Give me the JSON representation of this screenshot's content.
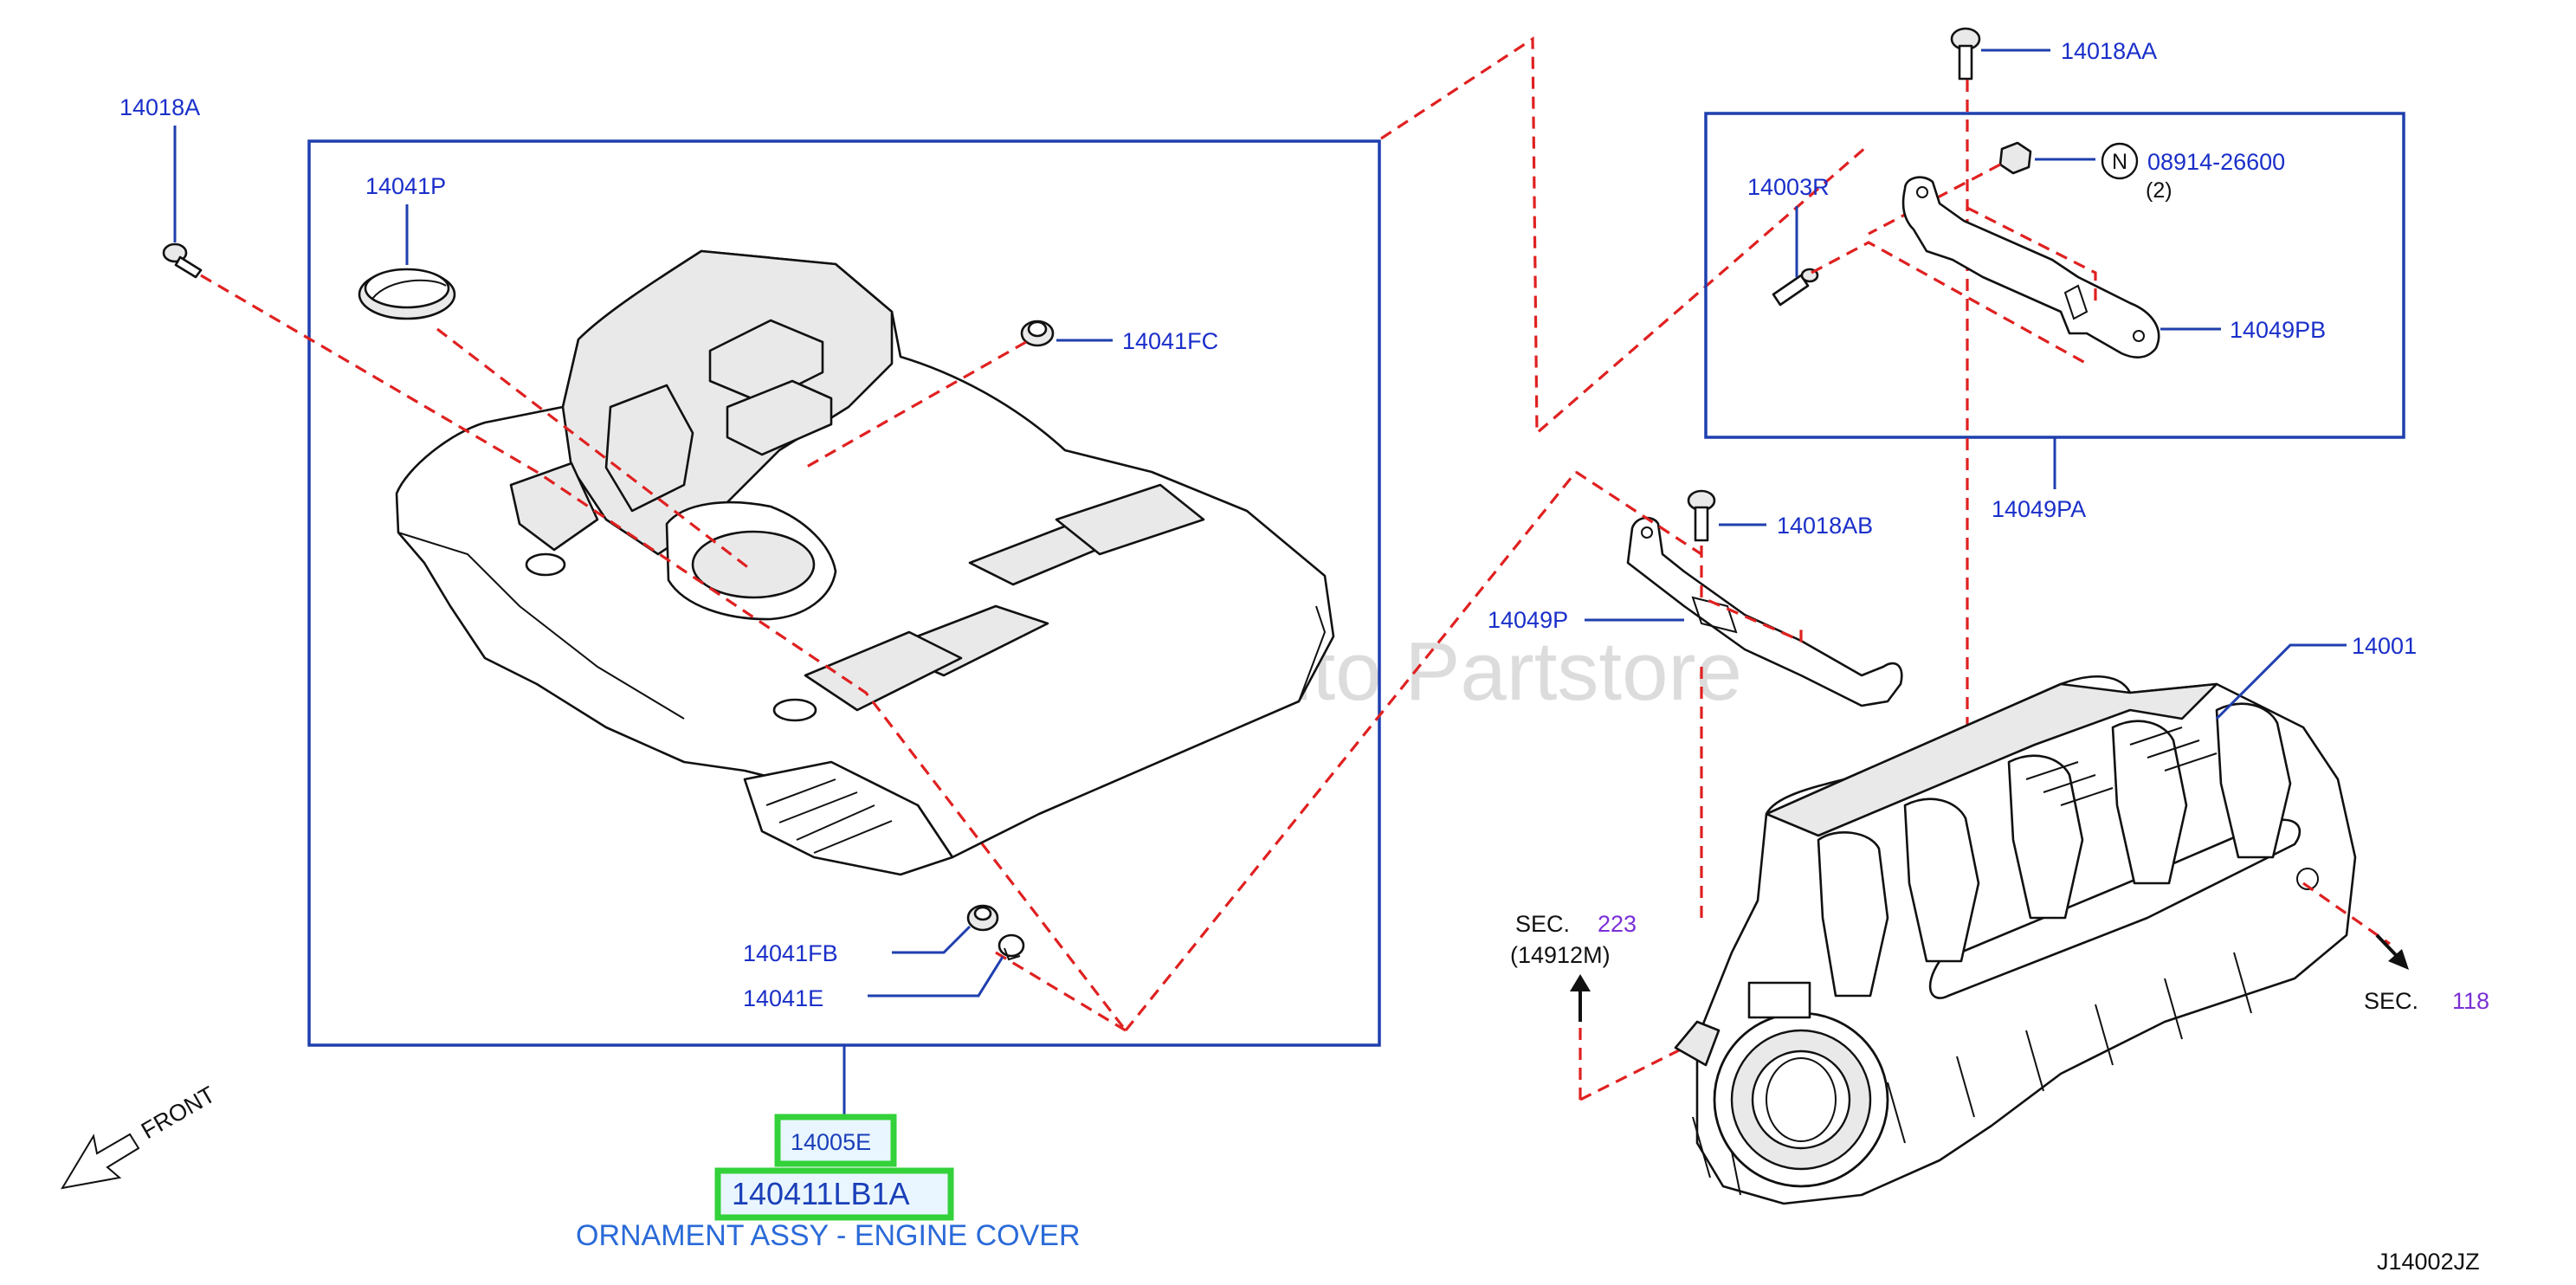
{
  "diagram": {
    "watermark": "Multi-Merchant Auto Partstore",
    "code": "J14002JZ",
    "front_label": "FRONT",
    "caption": "ORNAMENT ASSY - ENGINE COVER",
    "highlighted_parts": {
      "upper": "14005E",
      "lower": "140411LB1A"
    },
    "part_labels": {
      "p14018A": "14018A",
      "p14041P": "14041P",
      "p14041FC": "14041FC",
      "p14041FB": "14041FB",
      "p14041E": "14041E",
      "p14018AA": "14018AA",
      "p14003R": "14003R",
      "p08914": "08914-26600",
      "p08914_qty": "(2)",
      "p08914_marker": "N",
      "p14049PB": "14049PB",
      "p14049PA": "14049PA",
      "p14018AB": "14018AB",
      "p14049P": "14049P",
      "p14001": "14001"
    },
    "sections": {
      "left_prefix": "SEC.",
      "left_number": "223",
      "left_ref": "(14912M)",
      "right_prefix": "SEC.",
      "right_number": "118"
    },
    "colors": {
      "label": "#1a2fc9",
      "frame": "#1f3fae",
      "dashed_leader": "#e02020",
      "section_number": "#7a2fd6",
      "highlight_border": "#33d13a",
      "caption": "#2a6ad8"
    }
  }
}
